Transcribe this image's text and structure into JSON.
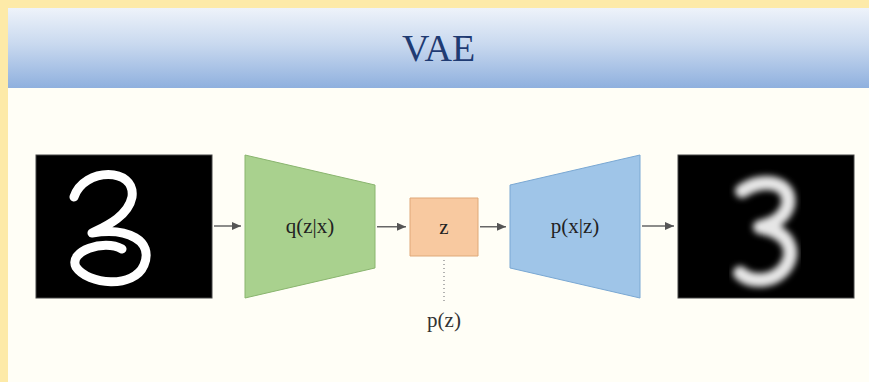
{
  "diagram": {
    "title": "VAE",
    "nodes": [
      {
        "text": [
          "q(z|x)"
        ]
      },
      {
        "text": [
          "z"
        ]
      },
      {
        "text": [
          "p(x|z)"
        ]
      }
    ],
    "edges": [
      {
        "from": 0,
        "to": 1,
        "arrow": "to"
      },
      {
        "from": 1,
        "to": 2,
        "arrow": "to"
      }
    ],
    "labels": [
      "p(z)"
    ]
  }
}
